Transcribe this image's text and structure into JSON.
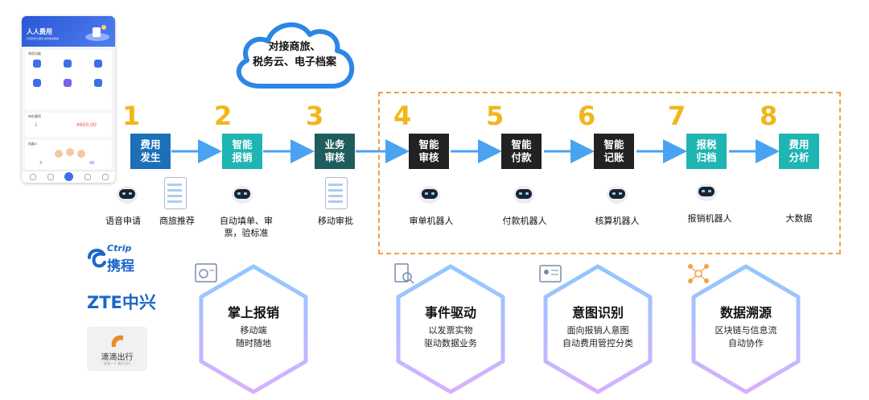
{
  "phone": {
    "title": "人人费用",
    "subtitle": "智慧财务云服务 随时随地报销",
    "section1": "常用功能",
    "section2": "待办事项",
    "amount": "¥600.00",
    "count": "1",
    "section3": "机器人",
    "stat1": "3",
    "stat2": "40"
  },
  "cloud": {
    "line1": "对接商旅、",
    "line2": "税务云、电子档案"
  },
  "steps": [
    {
      "num": "1",
      "label": "费用\n发生"
    },
    {
      "num": "2",
      "label": "智能\n报销"
    },
    {
      "num": "3",
      "label": "业务\n审核"
    },
    {
      "num": "4",
      "label": "智能\n审核"
    },
    {
      "num": "5",
      "label": "智能\n付款"
    },
    {
      "num": "6",
      "label": "智能\n记账"
    },
    {
      "num": "7",
      "label": "报税\n归档"
    },
    {
      "num": "8",
      "label": "费用\n分析"
    }
  ],
  "labels": {
    "voice_apply": "语音申请",
    "travel_recommend": "商旅推荐",
    "auto_fill": "自动填单、审\n票，验标准",
    "mobile_approve": "移动审批",
    "audit_robot": "审单机器人",
    "pay_robot": "付款机器人",
    "account_robot": "核算机器人",
    "tax_robot": "报销机器人",
    "big_data": "大数据"
  },
  "logos": {
    "ctrip_en": "Ctrip",
    "ctrip_cn": "携程",
    "zte": "ZTE中兴",
    "didi": "滴滴出行",
    "didi_sub": "滴滴一下 美好出行"
  },
  "hexagons": [
    {
      "title": "掌上报销",
      "desc": "移动端\n随时随地",
      "icon": "dashboard-icon"
    },
    {
      "title": "事件驱动",
      "desc": "以发票实物\n驱动数据业务",
      "icon": "document-search-icon"
    },
    {
      "title": "意图识别",
      "desc": "面向报销人意图\n自动费用管控分类",
      "icon": "id-card-icon"
    },
    {
      "title": "数据溯源",
      "desc": "区块链与信息流\n自动协作",
      "icon": "network-icon"
    }
  ],
  "colors": {
    "step_blue": "#1d6fb8",
    "step_teal": "#1fb5b2",
    "step_dark": "#1f5d5c",
    "step_black": "#222222",
    "number": "#f2b51b",
    "arrow": "#4aa3f0",
    "dashed": "#f0a04b"
  }
}
